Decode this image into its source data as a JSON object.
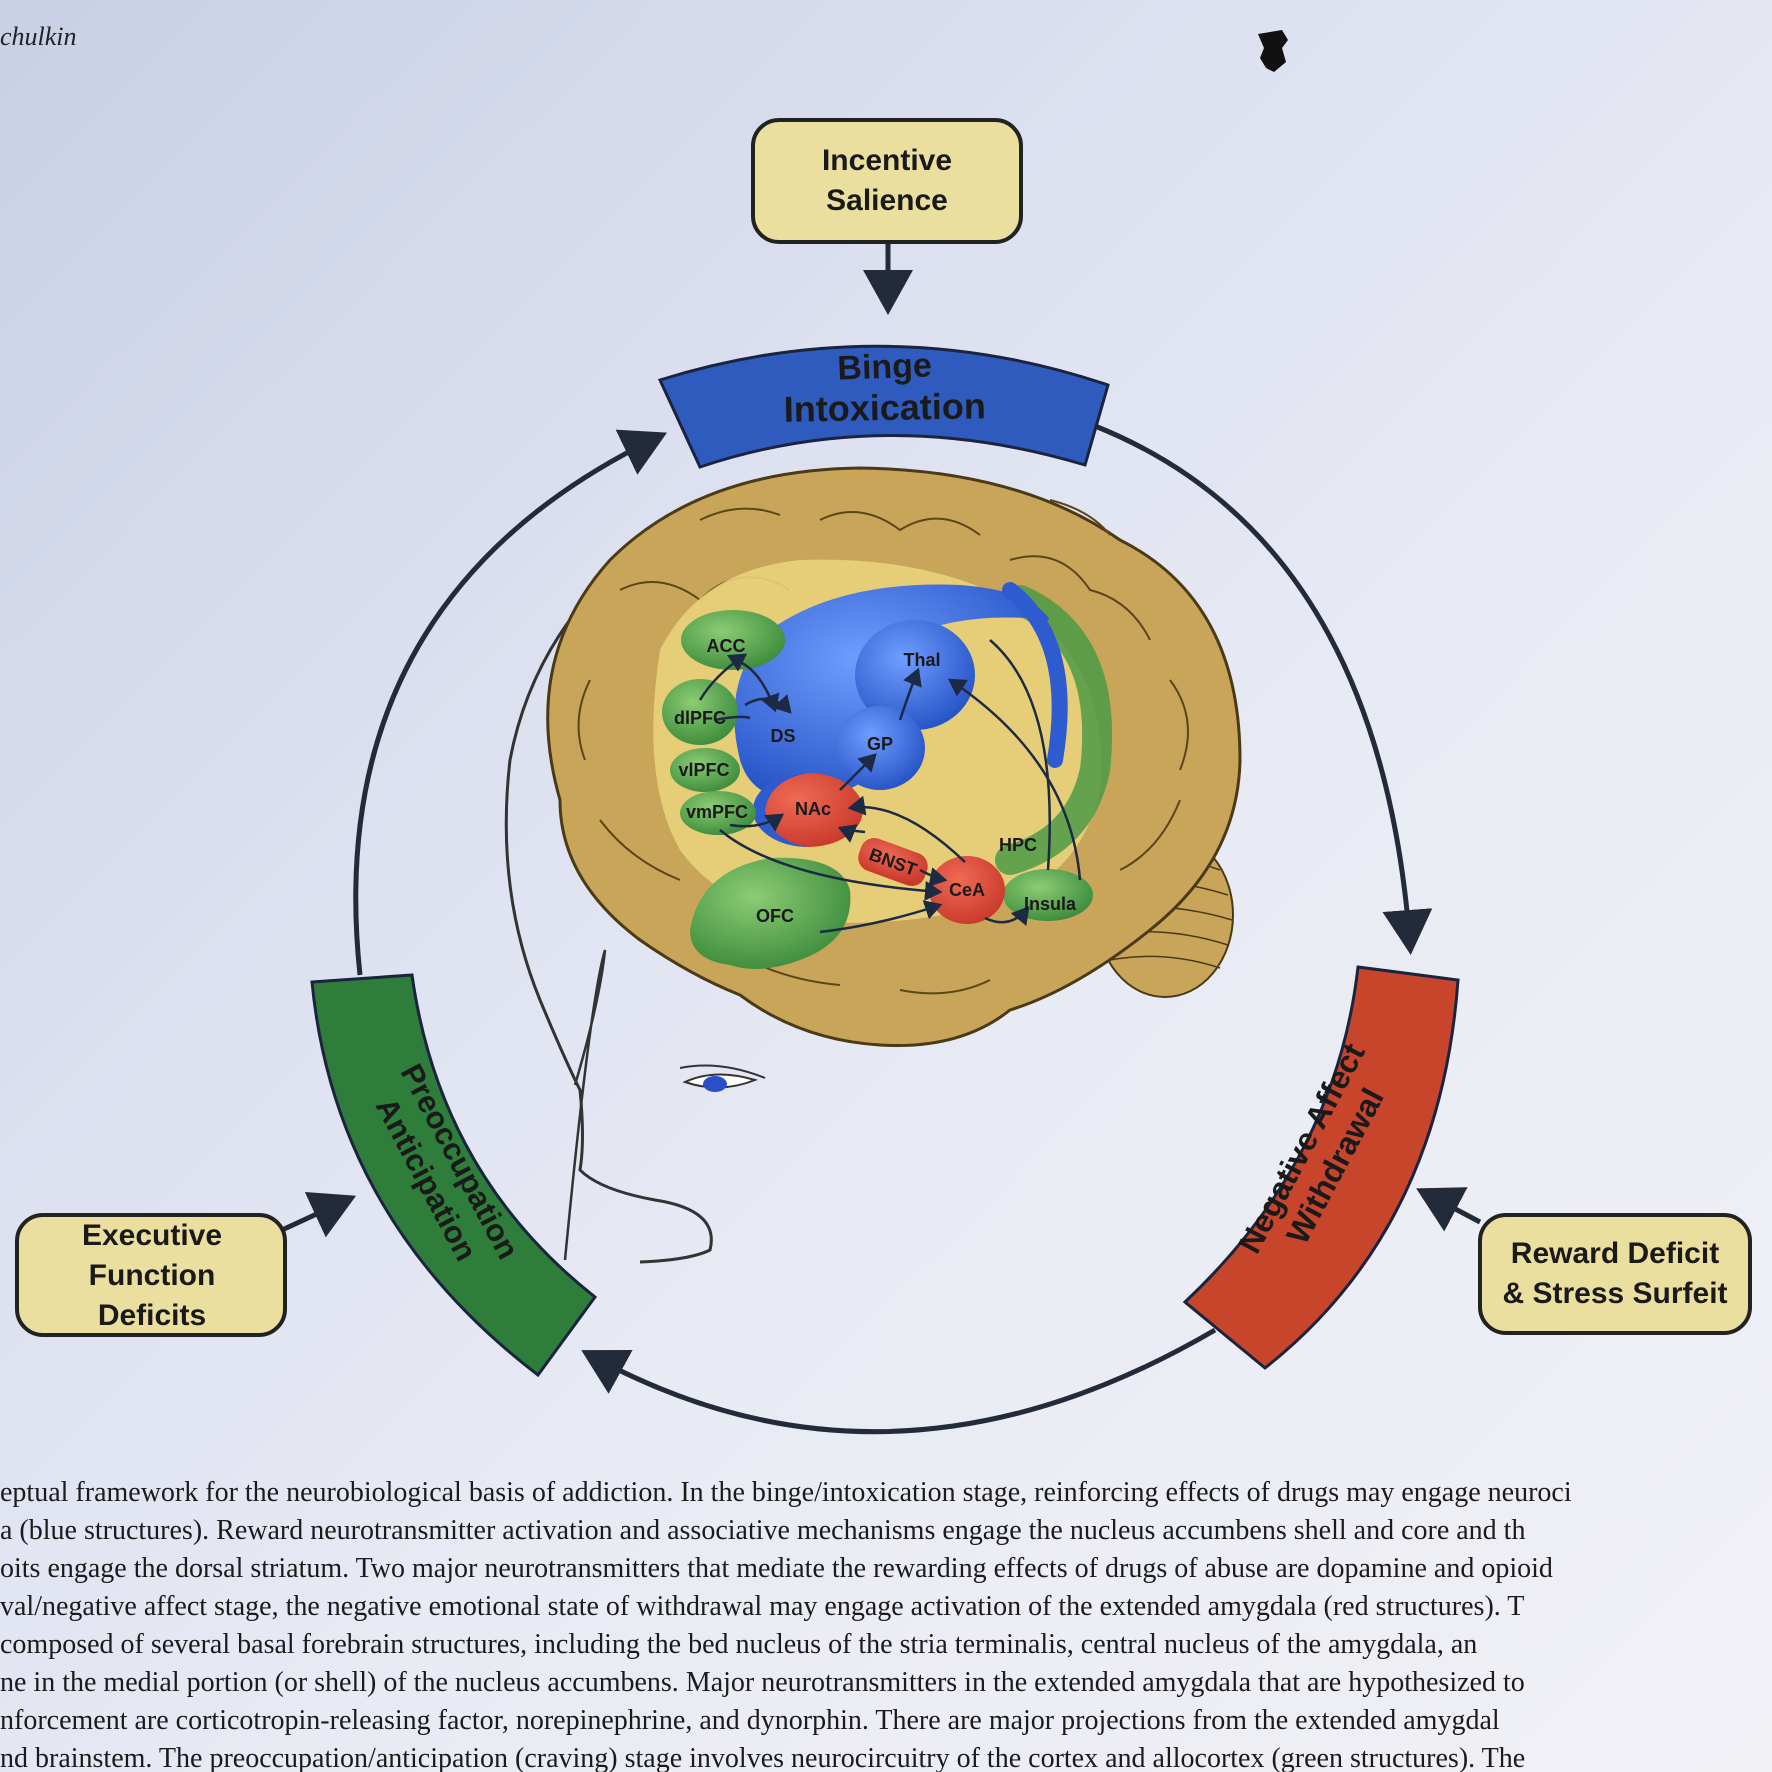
{
  "header": {
    "author_fragment": "chulkin"
  },
  "boxes": {
    "incentive": {
      "line1": "Incentive",
      "line2": "Salience"
    },
    "executive": {
      "line1": "Executive",
      "line2": "Function",
      "line3": "Deficits"
    },
    "reward": {
      "line1": "Reward Deficit",
      "line2": "& Stress Surfeit"
    }
  },
  "stages": {
    "binge": {
      "line1": "Binge",
      "line2": "Intoxication"
    },
    "negative": {
      "line1": "Negative Affect",
      "line2": "Withdrawal"
    },
    "preoccupation": {
      "line1": "Preoccupation",
      "line2": "Anticipation"
    }
  },
  "regions": {
    "acc": "ACC",
    "dlpfc": "dlPFC",
    "vlpfc": "vlPFC",
    "vmpfc": "vmPFC",
    "ofc": "OFC",
    "ds": "DS",
    "gp": "GP",
    "thal": "Thal",
    "nac": "NAc",
    "bnst": "BNST",
    "cea": "CeA",
    "hpc": "HPC",
    "insula": "Insula"
  },
  "colors": {
    "stage_blue": "#2f5bbf",
    "stage_red": "#c7452a",
    "stage_green": "#2f7d3a",
    "box_fill": "#eadf9e",
    "brain": "#c9a55a",
    "region_blue": "#3465d3",
    "region_red": "#d9473a",
    "region_green": "#4c9a45"
  },
  "caption": {
    "lines": [
      "eptual framework for the neurobiological basis of addiction. In the binge/intoxication stage, reinforcing effects of drugs may engage neuroci",
      "a (blue structures). Reward neurotransmitter activation and associative mechanisms engage the nucleus accumbens shell and core and th",
      "oits engage the dorsal striatum. Two major neurotransmitters that mediate the rewarding effects of drugs of abuse are dopamine and opioid",
      "val/negative affect stage, the negative emotional state of withdrawal may engage activation of the extended amygdala (red structures). T",
      " composed of several basal forebrain structures, including the bed nucleus of the stria terminalis, central nucleus of the amygdala, an",
      "ne in the medial portion (or shell) of the nucleus accumbens. Major neurotransmitters in the extended amygdala that are hypothesized to",
      "nforcement are corticotropin-releasing factor, norepinephrine, and dynorphin. There are major projections from the extended amygdal",
      "nd brainstem. The preoccupation/anticipation (craving) stage involves neurocircuitry of the cortex and allocortex (green structures). The"
    ]
  }
}
